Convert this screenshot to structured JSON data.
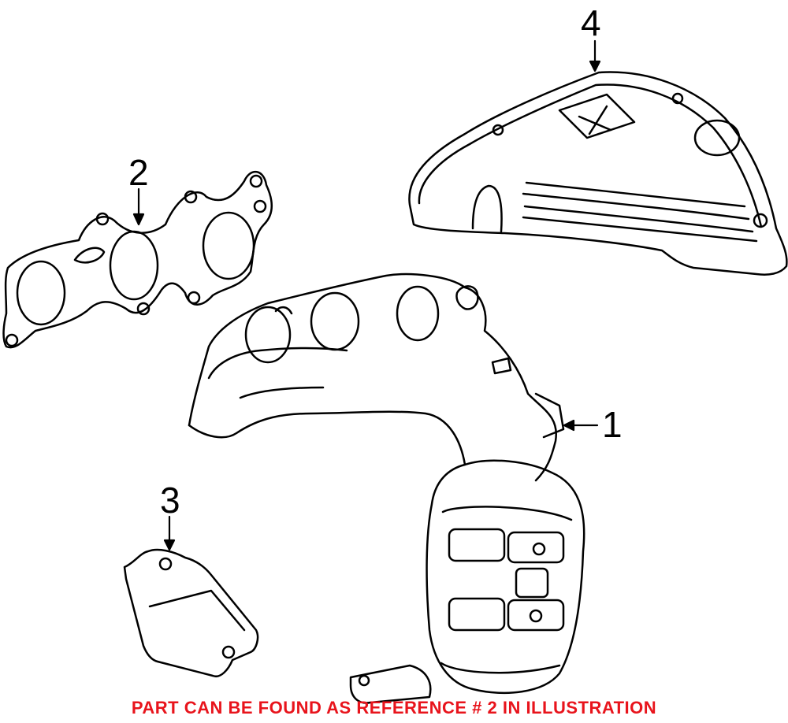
{
  "callouts": {
    "part1": "1",
    "part2": "2",
    "part3": "3",
    "part4": "4"
  },
  "note": {
    "text": "PART CAN BE FOUND AS REFERENCE # 2 IN ILLUSTRATION",
    "color": "#e8141c"
  },
  "colors": {
    "line": "#000000",
    "background": "#ffffff"
  }
}
